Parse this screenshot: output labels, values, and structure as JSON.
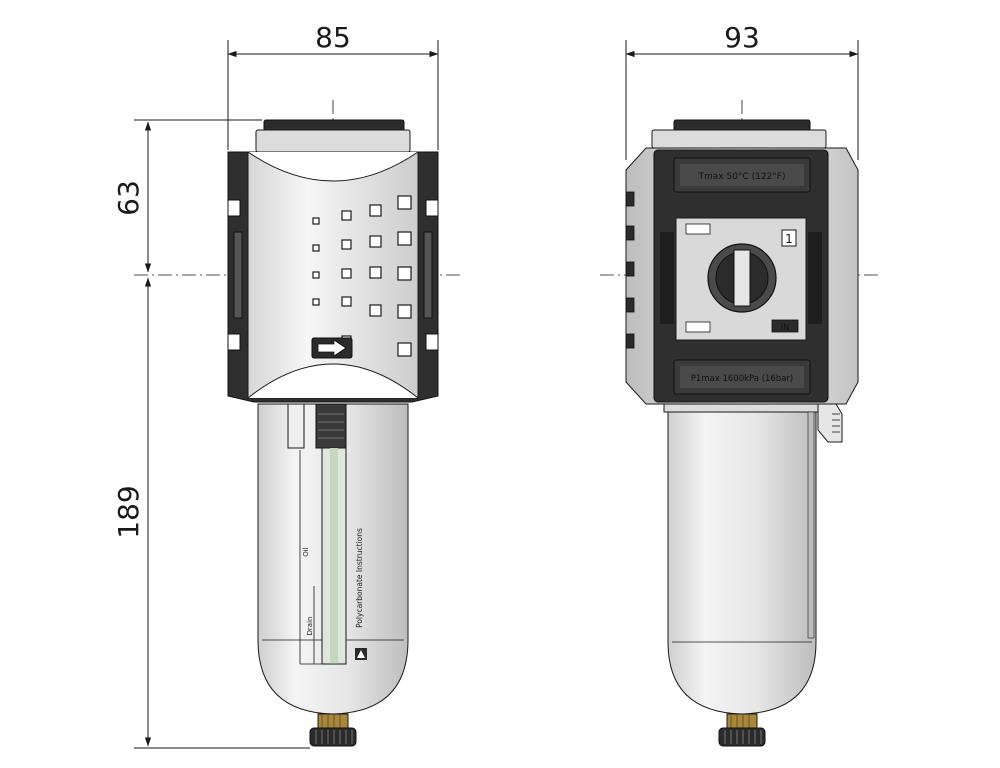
{
  "dimensions": {
    "front_width": "85",
    "side_width": "93",
    "head_height": "63",
    "bowl_height": "189"
  },
  "labels": {
    "temp_max": "Tmax 50°C (122°F)",
    "pressure_max": "P1max 1600kPa (16bar)",
    "port_number": "1",
    "port_in": "IN",
    "bowl_instructions": "Polycarbonate Instructions",
    "bowl_oil": "Oil",
    "bowl_drain": "Drain"
  },
  "colors": {
    "line": "#1a1a1a",
    "body_light": "#e8e8e8",
    "body_mid": "#c9c9c9",
    "body_dark": "#2b2b2b",
    "brass": "#a8873d"
  }
}
